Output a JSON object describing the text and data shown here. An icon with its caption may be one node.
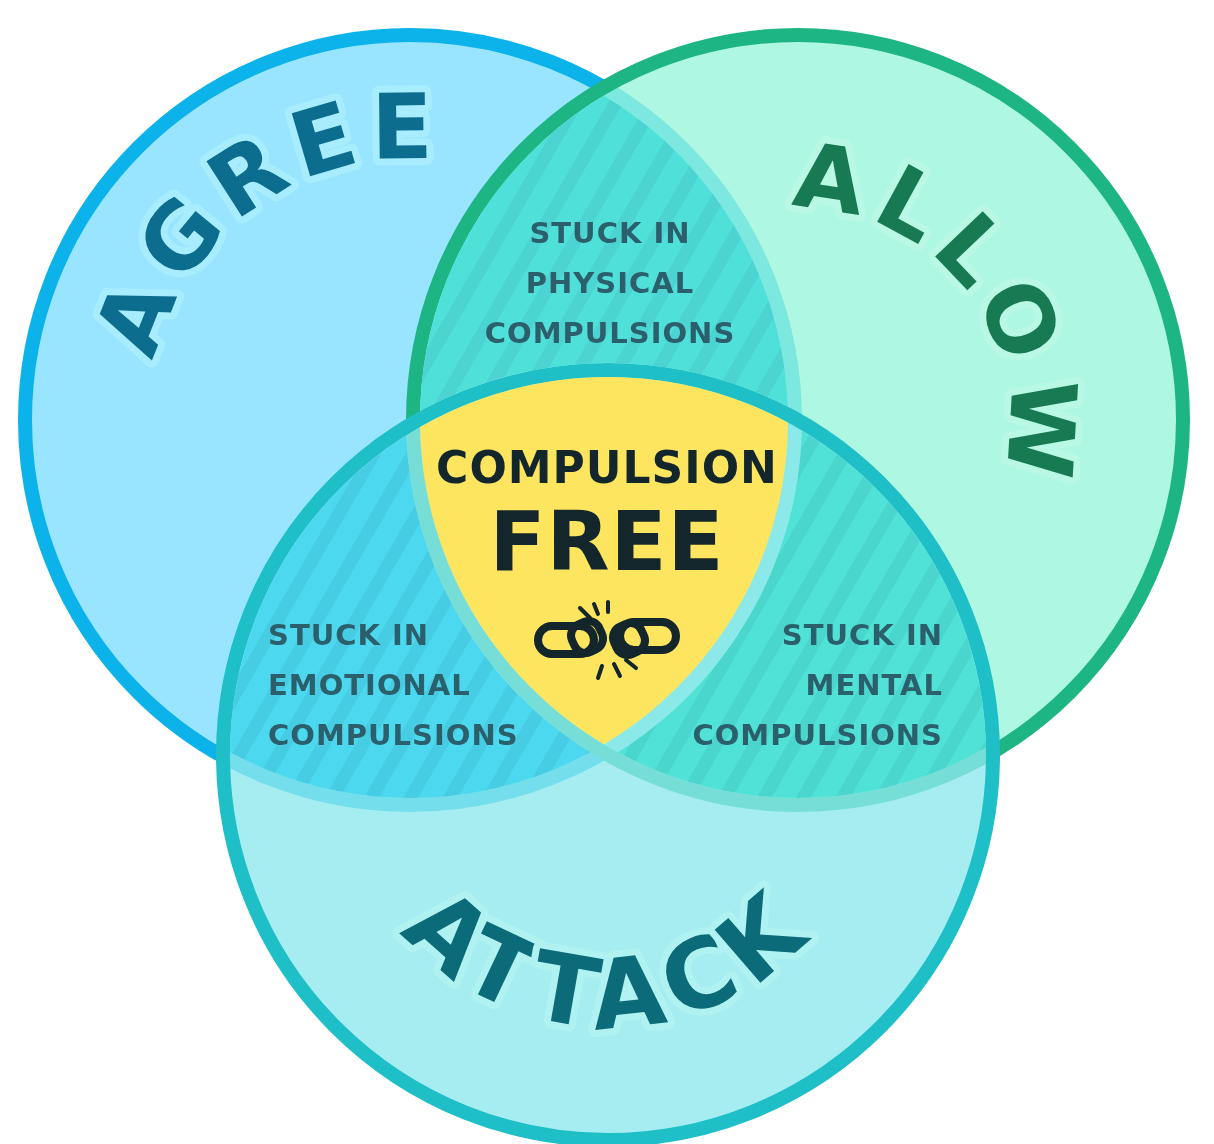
{
  "diagram": {
    "nodes": [
      {
        "text": [
          "AGREE"
        ]
      },
      {
        "text": [
          "ALLOW"
        ]
      },
      {
        "text": [
          "STUCK IN PHYSICAL COMPULSIONS"
        ]
      },
      {
        "text": [
          "COMPULSION",
          "FREE"
        ]
      },
      {
        "text": [
          "STUCK IN EMOTIONAL COMPULSIONS"
        ]
      },
      {
        "text": [
          "STUCK IN MENTAL COMPULSIONS"
        ]
      },
      {
        "text": [
          "ATTACK"
        ]
      }
    ],
    "edges": []
  }
}
